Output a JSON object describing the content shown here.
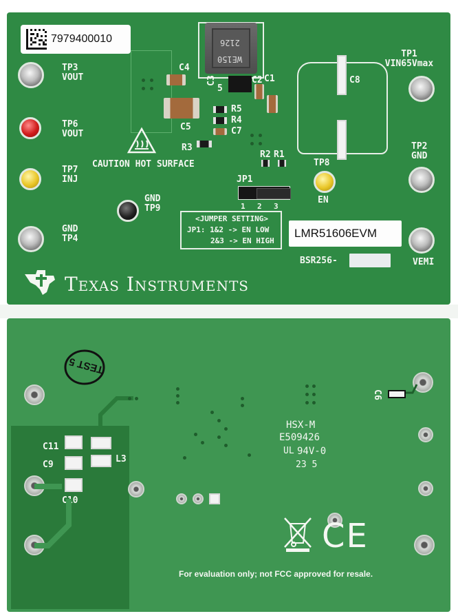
{
  "top_board": {
    "barcode_number": "7979400010",
    "inductor_marking": [
      "2126",
      "WE150"
    ],
    "test_points": {
      "tp3": {
        "id": "TP3",
        "name": "VOUT"
      },
      "tp6": {
        "id": "TP6",
        "name": "VOUT"
      },
      "tp7": {
        "id": "TP7",
        "name": "INJ"
      },
      "tp4": {
        "id": "GND",
        "name": "TP4"
      },
      "tp9": {
        "id": "GND",
        "name": "TP9"
      },
      "tp1": {
        "id": "TP1",
        "name": "VIN65Vmax"
      },
      "tp2": {
        "id": "TP2",
        "name": "GND"
      },
      "tp8": {
        "id": "TP8",
        "name": "EN"
      },
      "vemi": {
        "name": "VEMI"
      }
    },
    "designators": {
      "c4": "C4",
      "c3": "C3",
      "c2": "C2",
      "c1": "C1",
      "c5": "C5",
      "c7": "C7",
      "c8": "C8",
      "r5": "R5",
      "r4": "R4",
      "r3": "R3",
      "r2": "R2",
      "r1": "R1",
      "jp1": "JP1",
      "pin1": "1",
      "pin2": "2",
      "pin3": "3"
    },
    "caution": "CAUTION HOT SURFACE",
    "jumper": {
      "title": "<JUMPER SETTING>",
      "line1": "JP1: 1&2 -> EN LOW",
      "line2": "2&3 -> EN HIGH"
    },
    "part_number": "LMR51606EVM",
    "bsr": "BSR256-",
    "brand": "Texas Instruments"
  },
  "bottom_board": {
    "designators": {
      "c11": "C11",
      "c9": "C9",
      "c10": "C10",
      "l3": "L3",
      "c6": "C6"
    },
    "stamp": "TEST 5",
    "marking": {
      "line1": "HSX-M",
      "line2": "E509426",
      "line3": "94V-0",
      "line4": "23 5"
    },
    "ul_mark": "UL",
    "ce_mark": "CE",
    "disclaimer": "For evaluation only; not FCC approved for resale."
  },
  "colors": {
    "pcb_green": "#2f8a44",
    "pcb_green_bottom": "#3f9652",
    "silkscreen": "#f4f7f2"
  }
}
